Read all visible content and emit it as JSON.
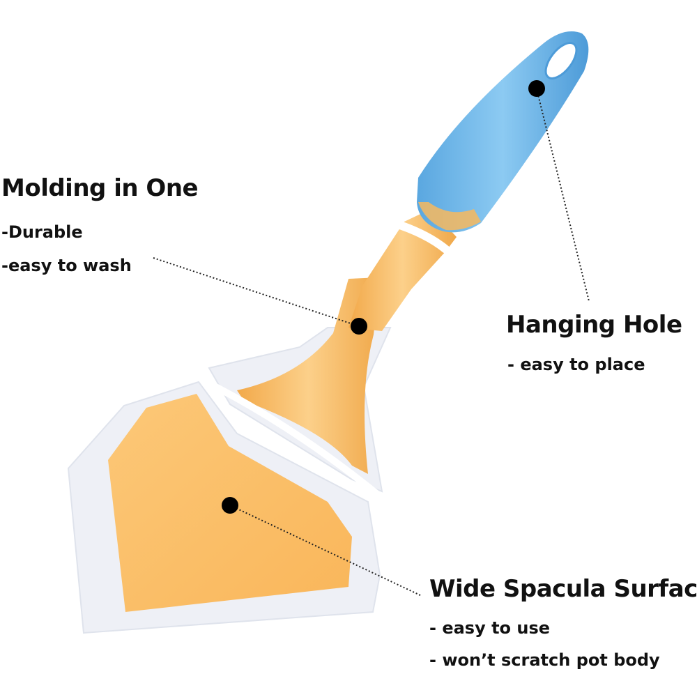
{
  "callouts": {
    "molding": {
      "title": "Molding in One",
      "points": [
        "-Durable",
        "-easy to wash"
      ]
    },
    "hanging": {
      "title": "Hanging Hole",
      "points": [
        "- easy to place"
      ]
    },
    "surface": {
      "title": "Wide Spacula Surface",
      "points": [
        "- easy to use",
        "- won’t scratch pot body"
      ]
    }
  },
  "colors": {
    "handle": "#6ab4e8",
    "neck": "#f7b95e",
    "blade": "#fbc169",
    "blade_edge": "#eef0f6",
    "marker": "#000000",
    "text": "#111111"
  }
}
